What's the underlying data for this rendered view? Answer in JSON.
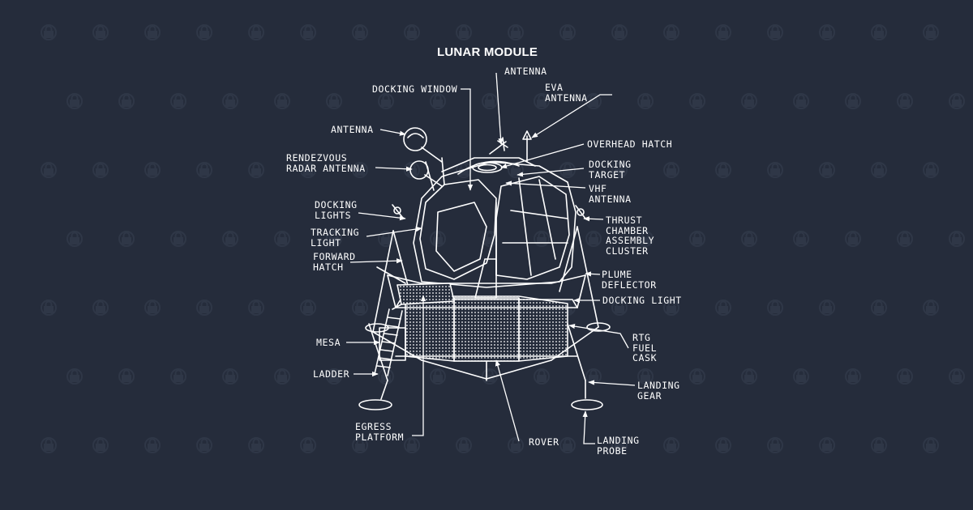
{
  "colors": {
    "background": "#252c3b",
    "ink": "#ffffff",
    "watermark": "#2f3747"
  },
  "watermark": {
    "icon": "lock-badge-icon"
  },
  "diagram": {
    "title": "LUNAR MODULE",
    "labels": {
      "docking_window": "DOCKING WINDOW",
      "antenna_top": "ANTENNA",
      "eva_antenna": "EVA\nANTENNA",
      "antenna_left": "ANTENNA",
      "rendezvous_radar": "RENDEZVOUS\nRADAR ANTENNA",
      "overhead_hatch": "OVERHEAD HATCH",
      "docking_target": "DOCKING\nTARGET",
      "vhf_antenna": "VHF\nANTENNA",
      "docking_lights": "DOCKING\nLIGHTS",
      "tracking_light": "TRACKING\nLIGHT",
      "forward_hatch": "FORWARD\nHATCH",
      "thrust_chamber": "THRUST\nCHAMBER\nASSEMBLY\nCLUSTER",
      "plume_deflector": "PLUME\nDEFLECTOR",
      "docking_light": "DOCKING LIGHT",
      "mesa": "MESA",
      "ladder": "LADDER",
      "rtg_fuel_cask": "RTG\nFUEL\nCASK",
      "landing_gear": "LANDING\nGEAR",
      "egress_platform": "EGRESS\nPLATFORM",
      "rover": "ROVER",
      "landing_probe": "LANDING\nPROBE"
    }
  }
}
